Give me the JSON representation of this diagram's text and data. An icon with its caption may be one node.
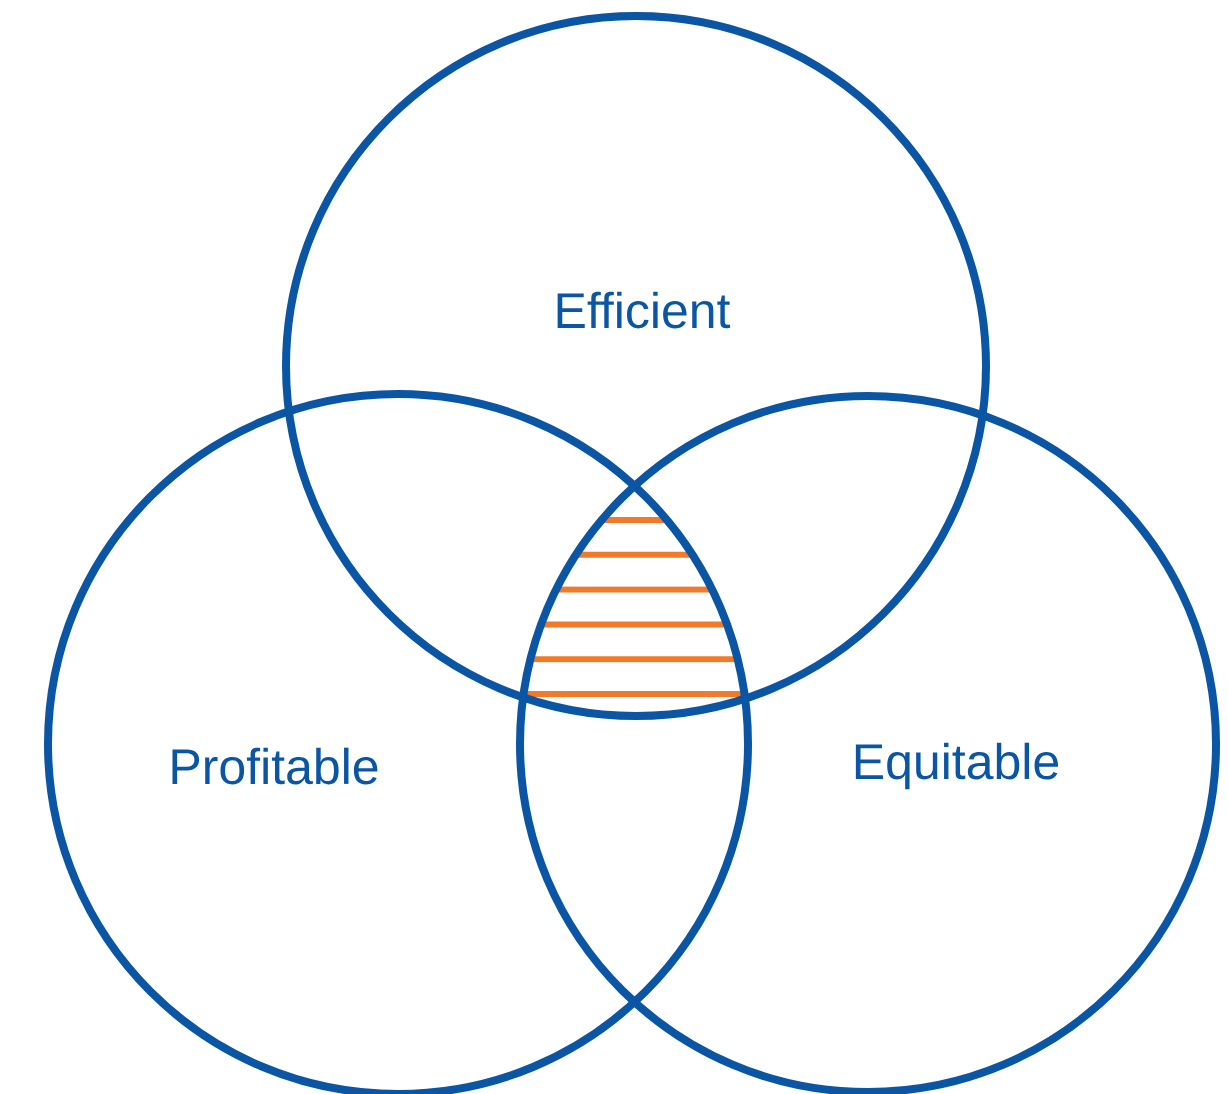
{
  "diagram": {
    "nodes": [
      {
        "text": [
          "Efficient"
        ]
      },
      {
        "text": [
          "Profitable"
        ]
      },
      {
        "text": [
          "Equitable"
        ]
      }
    ]
  }
}
